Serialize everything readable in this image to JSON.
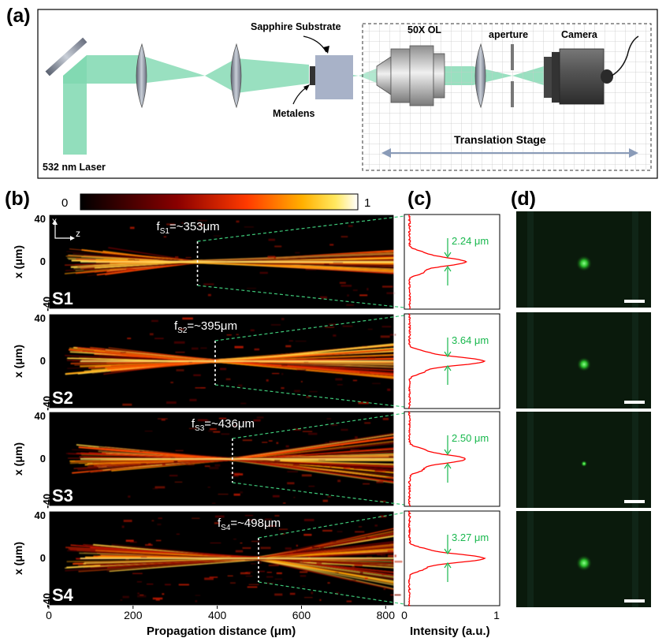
{
  "panel_labels": {
    "a": "(a)",
    "b": "(b)",
    "c": "(c)",
    "d": "(d)"
  },
  "setup": {
    "laser": "532 nm Laser",
    "substrate": "Sapphire Substrate",
    "metalens": "Metalens",
    "objective": "50X OL",
    "aperture": "aperture",
    "camera": "Camera",
    "stage": "Translation Stage"
  },
  "colorbar": {
    "min": "0",
    "max": "1"
  },
  "propagation": {
    "xlabel": "Propagation distance (μm)",
    "ylabel": "x (μm)",
    "x_ticks": [
      "0",
      "200",
      "400",
      "600",
      "800"
    ],
    "x_max": 820,
    "y_tick_top": "40",
    "y_tick_mid": "0",
    "y_tick_bottom": "-40",
    "axis_x": "x",
    "axis_z": "z",
    "samples": [
      {
        "name": "S1",
        "focal_label": "~353μm",
        "focal_um": 353,
        "width_label": "2.24 μm"
      },
      {
        "name": "S2",
        "focal_label": "~395μm",
        "focal_um": 395,
        "width_label": "3.64 μm"
      },
      {
        "name": "S3",
        "focal_label": "~436μm",
        "focal_um": 436,
        "width_label": "2.50 μm"
      },
      {
        "name": "S4",
        "focal_label": "~498μm",
        "focal_um": 498,
        "width_label": "3.27 μm"
      }
    ]
  },
  "intensity": {
    "xlabel": "Intensity (a.u.)",
    "ticks": [
      "0",
      "1"
    ]
  },
  "colors": {
    "beam": "#7fd8b0",
    "profile": "#ff0000",
    "annot": "#19b84e",
    "spot": "#39ff39"
  }
}
